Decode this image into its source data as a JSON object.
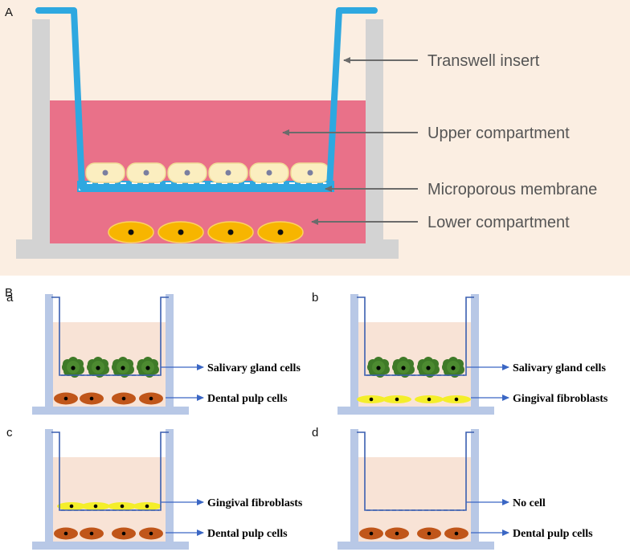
{
  "panel_a": {
    "letter": "A",
    "labels": {
      "transwell_insert": "Transwell insert",
      "upper_compartment": "Upper compartment",
      "microporous_membrane": "Microporous membrane",
      "lower_compartment": "Lower compartment"
    }
  },
  "panel_b": {
    "letter": "B",
    "subpanels": [
      {
        "letter": "a",
        "upper_label": "Salivary gland cells",
        "lower_label": "Dental pulp cells"
      },
      {
        "letter": "b",
        "upper_label": "Salivary gland cells",
        "lower_label": "Gingival fibroblasts"
      },
      {
        "letter": "c",
        "upper_label": "Gingival fibroblasts",
        "lower_label": "Dental pulp cells"
      },
      {
        "letter": "d",
        "upper_label": "No cell",
        "lower_label": "Dental pulp cells"
      }
    ]
  },
  "colors": {
    "panel_a_background": "#fbeee2",
    "medium_pink": "#e97189",
    "insert_blue": "#2ea8e0",
    "well_gray": "#d3d3d3",
    "upper_cell": "#fbeec0",
    "lower_cell": "#f7b500",
    "b_medium": "#f8e3d6",
    "b_well": "#b8c8e6",
    "b_line": "#3a5fb0",
    "salivary_green": "#3f7a28",
    "pulp_brown": "#c0561a",
    "fibroblast_yellow": "#f4ee2a"
  }
}
